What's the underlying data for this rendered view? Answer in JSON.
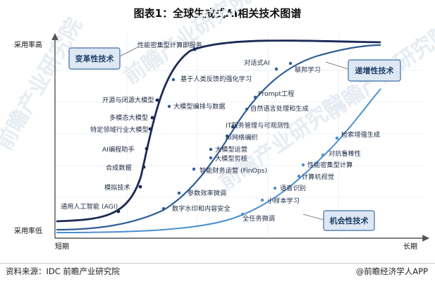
{
  "title": "图表1：全球生成式AI相关技术图谱",
  "axes": {
    "y_high": "采用率高",
    "y_low": "采用率低",
    "x_short": "短期",
    "x_long": "长期"
  },
  "categories": {
    "transformative": "变革性技术",
    "incremental": "递增性技术",
    "opportunistic": "机会性技术"
  },
  "transformative_points": [
    "性能密集型计算即服务",
    "开源与闭源大模型",
    "多模态大模型",
    "特定领域行业大模型",
    "AI编程助手",
    "合成数据",
    "模拟技术",
    "通用人工智能 (AGI)"
  ],
  "incremental_points": [
    "对话式AI",
    "联邦学习",
    "基于人类反馈的强化学习",
    "Prompt工程",
    "大模型编排与数据",
    "自然语言处理和生成",
    "IT服务管理与可观测性",
    "Ai网络编织",
    "大模型运营",
    "大模型剪枝",
    "智能财务运营 (FinOps)",
    "参数效率微调",
    "数字水印和内容安全"
  ],
  "opportunistic_points": [
    "检索增强生成",
    "对抗鲁棒性",
    "性能密集型计算",
    "计算机视觉",
    "语音识别",
    "小样本学习",
    "全任务微调"
  ],
  "watermarks": [
    "前瞻产业研究院",
    "前瞻产业研究院",
    "前瞻产业研究院"
  ],
  "footer": {
    "source": "资料来源：IDC 前瞻产业研究院",
    "brand": "@前瞻经济学人APP"
  },
  "colors": {
    "transformative": "#1b2a57",
    "incremental": "#2f5d95",
    "opportunistic": "#4b8fd0",
    "box_fill": "#dde8f4",
    "box_border": "#3c6da8"
  }
}
